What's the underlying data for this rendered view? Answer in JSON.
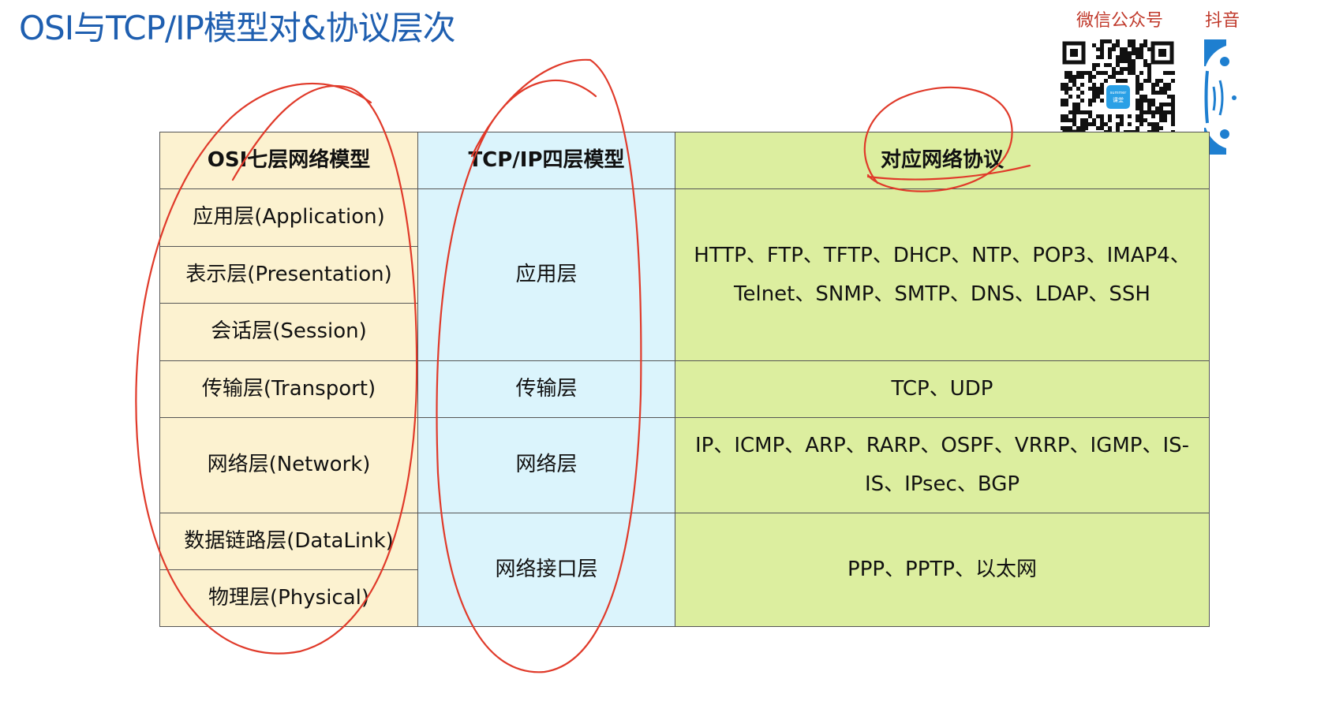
{
  "title": "OSI与TCP/IP模型对&协议层次",
  "qr_labels": {
    "wechat": "微信公众号",
    "douyin": "抖音"
  },
  "qr_badge": {
    "line1": "summer",
    "line2": "课堂"
  },
  "table": {
    "headers": {
      "osi": "OSI七层网络模型",
      "tcpip": "TCP/IP四层模型",
      "protocols": "对应网络协议"
    },
    "osi_layers": [
      "应用层(Application)",
      "表示层(Presentation)",
      "会话层(Session)",
      "传输层(Transport)",
      "网络层(Network)",
      "数据链路层(DataLink)",
      "物理层(Physical)"
    ],
    "tcpip_layers": [
      "应用层",
      "传输层",
      "网络层",
      "网络接口层"
    ],
    "protocols": {
      "application_line1": "HTTP、FTP、TFTP、DHCP、NTP、POP3、IMAP4、",
      "application_line2": "Telnet、SNMP、SMTP、DNS、LDAP、SSH",
      "transport": "TCP、UDP",
      "network_line1": "IP、ICMP、ARP、RARP、OSPF、VRRP、IGMP、IS-",
      "network_line2": "IS、IPsec、BGP",
      "interface": "PPP、PPTP、以太网"
    }
  },
  "colors": {
    "title": "#1f5fb0",
    "osi_column": "#fcf2d0",
    "tcpip_column": "#dbf4fc",
    "protocol_column": "#dcee9f",
    "annotation_ink": "#e03a2a",
    "qr_label": "#c0392b"
  },
  "icons": {
    "wechat_qr": "qr-code-icon",
    "douyin_qr": "qr-code-icon"
  }
}
